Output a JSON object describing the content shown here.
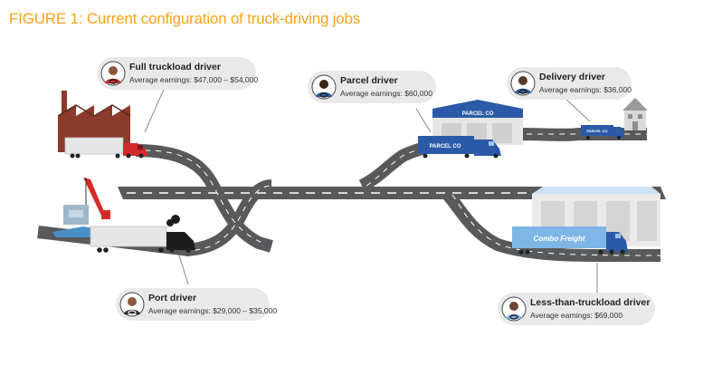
{
  "figure": {
    "title": "FIGURE 1: Current configuration of truck-driving jobs"
  },
  "drivers": [
    {
      "name": "Full truckload driver",
      "earnings": "Average earnings: $47,000 – $54,000",
      "shirt_color": "#d42a2a"
    },
    {
      "name": "Parcel driver",
      "earnings": "Average earnings: $60,000",
      "shirt_color": "#2b5aa8"
    },
    {
      "name": "Delivery driver",
      "earnings": "Average earnings: $36,000",
      "shirt_color": "#2b5aa8"
    },
    {
      "name": "Port driver",
      "earnings": "Average earnings: $29,000 – $35,000",
      "shirt_color": "#2a2a2a"
    },
    {
      "name": "Less-than-truckload driver",
      "earnings": "Average earnings: $69,000",
      "shirt_color": "#7fb6e6"
    }
  ],
  "vehicles": {
    "parcel_trailer_text": "PARCEL CO",
    "parcel_building_text": "PARCEL CO",
    "delivery_van_text": "PARCEL CO",
    "ltl_trailer_text": "Combo Freight"
  },
  "colors": {
    "title": "#f5a31a",
    "road": "#58595b",
    "lane_marking": "#ffffff",
    "callout_bg": "#e9e9e9",
    "factory": "#8b3a2b",
    "parcel_blue": "#2b5aa8",
    "ltl_light_blue": "#7fb6e6",
    "water": "#4a90c8"
  }
}
